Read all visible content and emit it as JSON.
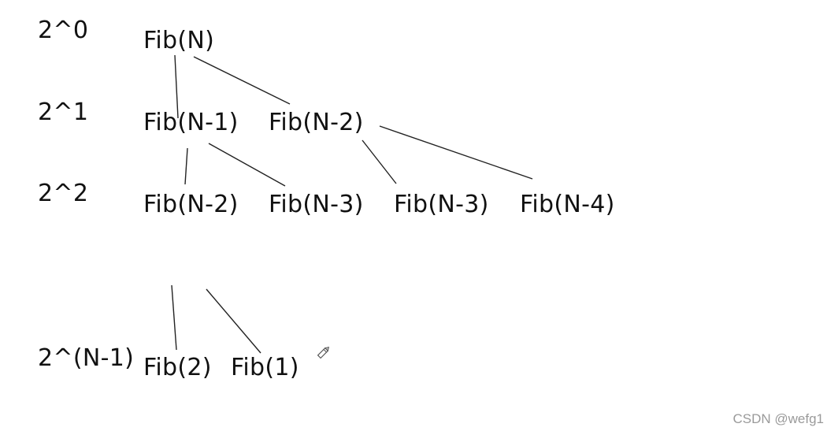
{
  "levels": {
    "l0": "2^0",
    "l1": "2^1",
    "l2": "2^2",
    "ln": "2^(N-1)"
  },
  "nodes": {
    "root": "Fib(N)",
    "n1_a": "Fib(N-1)",
    "n1_b": "Fib(N-2)",
    "n2_a": "Fib(N-2)",
    "n2_b": "Fib(N-3)",
    "n2_c": "Fib(N-3)",
    "n2_d": "Fib(N-4)",
    "leaf_a": "Fib(2)",
    "leaf_b": "Fib(1)"
  },
  "watermark": "CSDN @wefg1",
  "icons": {
    "cursor": "pencil-icon"
  }
}
